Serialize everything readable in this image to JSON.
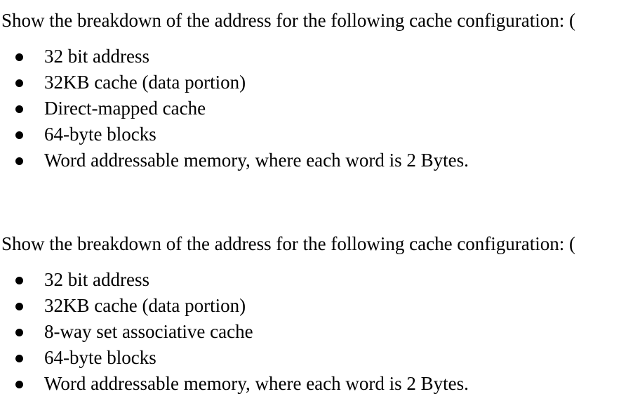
{
  "questions": [
    {
      "prompt": "Show the breakdown of the address for the following cache configuration: (",
      "items": [
        "32 bit address",
        "32KB cache (data portion)",
        "Direct-mapped cache",
        "64-byte blocks",
        "Word addressable memory, where each word is 2 Bytes."
      ]
    },
    {
      "prompt": "Show the breakdown of the address for the following cache configuration: (",
      "items": [
        "32 bit address",
        "32KB cache (data portion)",
        "8-way set associative cache",
        "64-byte blocks",
        "Word addressable memory, where each word is 2 Bytes."
      ]
    }
  ]
}
